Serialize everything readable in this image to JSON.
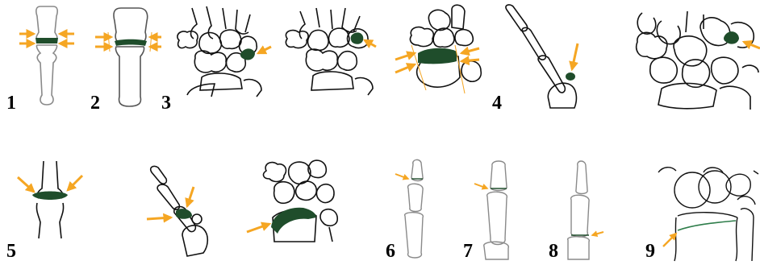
{
  "panel_labels": [
    "1",
    "2",
    "3",
    "4",
    "5",
    "6",
    "7",
    "8",
    "9"
  ],
  "colors": {
    "bone_outline_dark": "#111111",
    "bone_outline_light": "#8a8a8a",
    "lesion_fill": "#1f4d2b",
    "arrow": "#f5a623",
    "background": "#ffffff"
  }
}
